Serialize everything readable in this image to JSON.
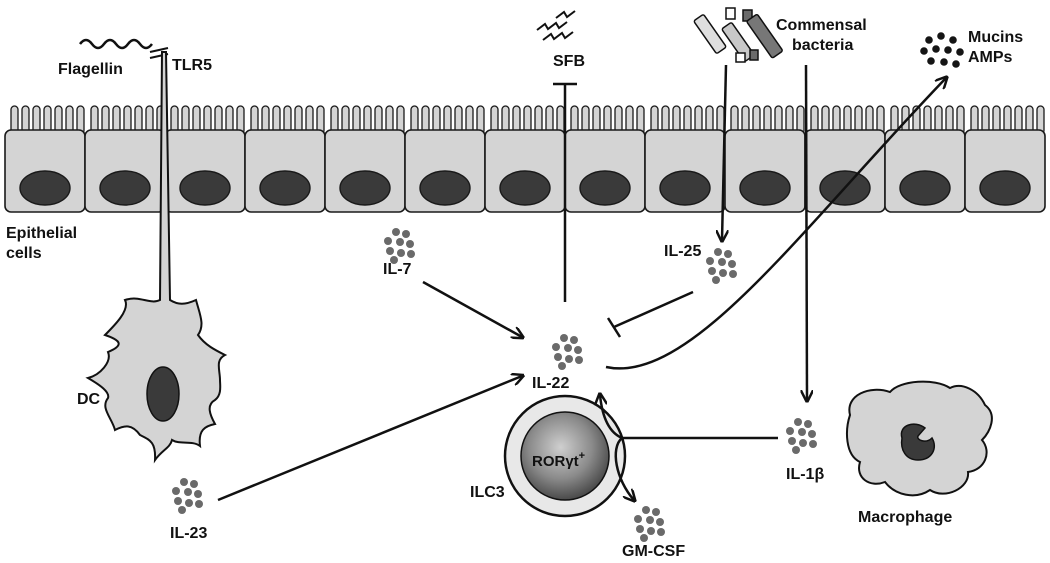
{
  "labels": {
    "flagellin": "Flagellin",
    "tlr5": "TLR5",
    "sfb": "SFB",
    "commensal_line1": "Commensal",
    "commensal_line2": "bacteria",
    "mucins": "Mucins",
    "amps": "AMPs",
    "epithelial_line1": "Epithelial",
    "epithelial_line2": "cells",
    "il7": "IL-7",
    "il25": "IL-25",
    "il22": "IL-22",
    "il23": "IL-23",
    "il1b": "IL-1β",
    "gmcsf": "GM-CSF",
    "dc": "DC",
    "ilc3": "ILC3",
    "rorgt": "RORγt",
    "rorgt_sup": "+",
    "macrophage": "Macrophage"
  },
  "colors": {
    "cell_fill": "#d4d4d4",
    "nucleus": "#3a3a3a",
    "stroke": "#1a1a1a",
    "cytokine": "#6a6a6a",
    "dark_dot": "#151515"
  },
  "epithelium": {
    "cell_count": 13
  }
}
